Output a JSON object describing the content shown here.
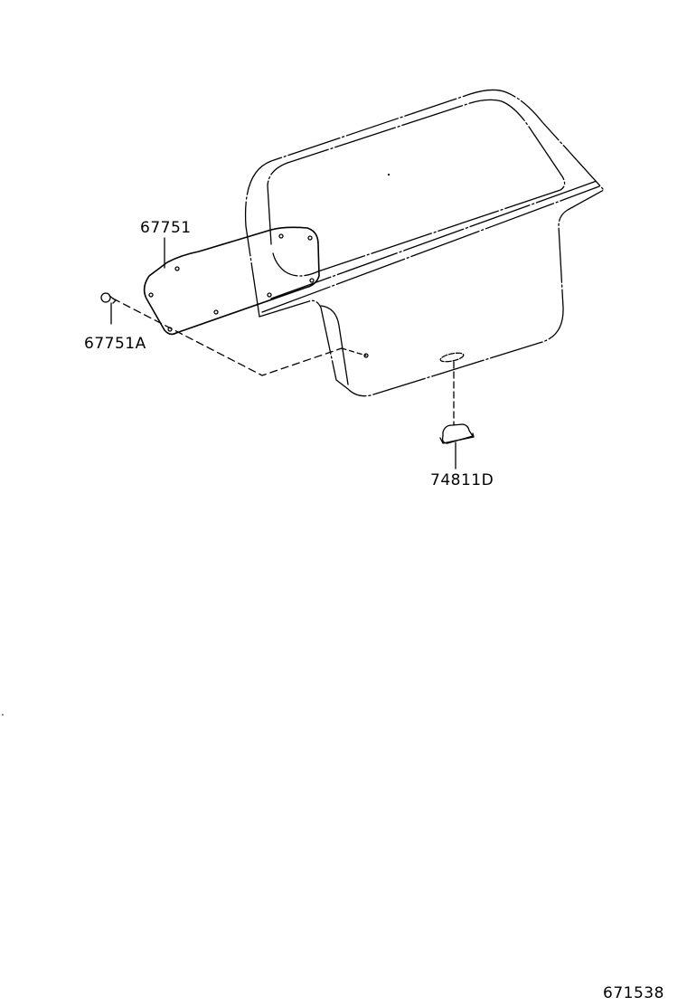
{
  "diagram": {
    "type": "exploded-parts-diagram",
    "subject": "back door (hatch) inner trim panel assembly",
    "line_color": "#000000",
    "background": "#ffffff",
    "parts": [
      {
        "id": "part-67751",
        "label": "67751",
        "description": "back door trim board (upper panel)"
      },
      {
        "id": "part-67751A",
        "label": "67751A",
        "description": "trim clip / fastener"
      },
      {
        "id": "part-74811D",
        "label": "74811D",
        "description": "back door pull handle / grip"
      }
    ],
    "figure_number": "671538"
  }
}
